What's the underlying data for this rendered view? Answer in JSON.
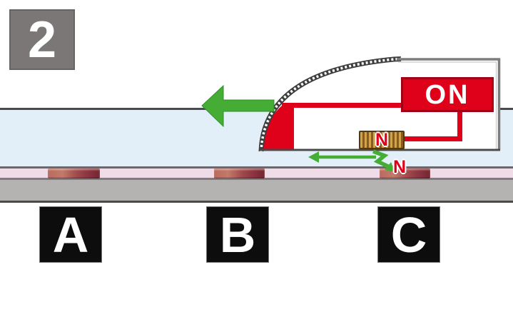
{
  "step_badge": {
    "label": "2"
  },
  "train": {
    "power_label": "ON",
    "coil_pole_label": "N",
    "track_pole_label": "N"
  },
  "track": {
    "position_labels": [
      "A",
      "B",
      "C"
    ],
    "magnet_positions": [
      "A",
      "B",
      "C"
    ]
  },
  "arrows": {
    "train_motion": "large-green-arrow-left",
    "coil_motion": "small-green-arrow-left",
    "repulsion": "green-zigzag-arrow-down-right"
  },
  "colors": {
    "accent_red": "#df0019",
    "green": "#45ad35",
    "green_dark": "#2f8f27",
    "guideway_blue": "#e2eef8",
    "rail_pink": "#eedce9",
    "ground_gray": "#b5b2b2",
    "magnet_light": "#c17a6b",
    "magnet_dark": "#8c3340",
    "coil_gold": "#d2a544",
    "coil_brown": "#8a5c1c",
    "badge_gray": "#7b7777",
    "label_black": "#0d0d0d"
  }
}
